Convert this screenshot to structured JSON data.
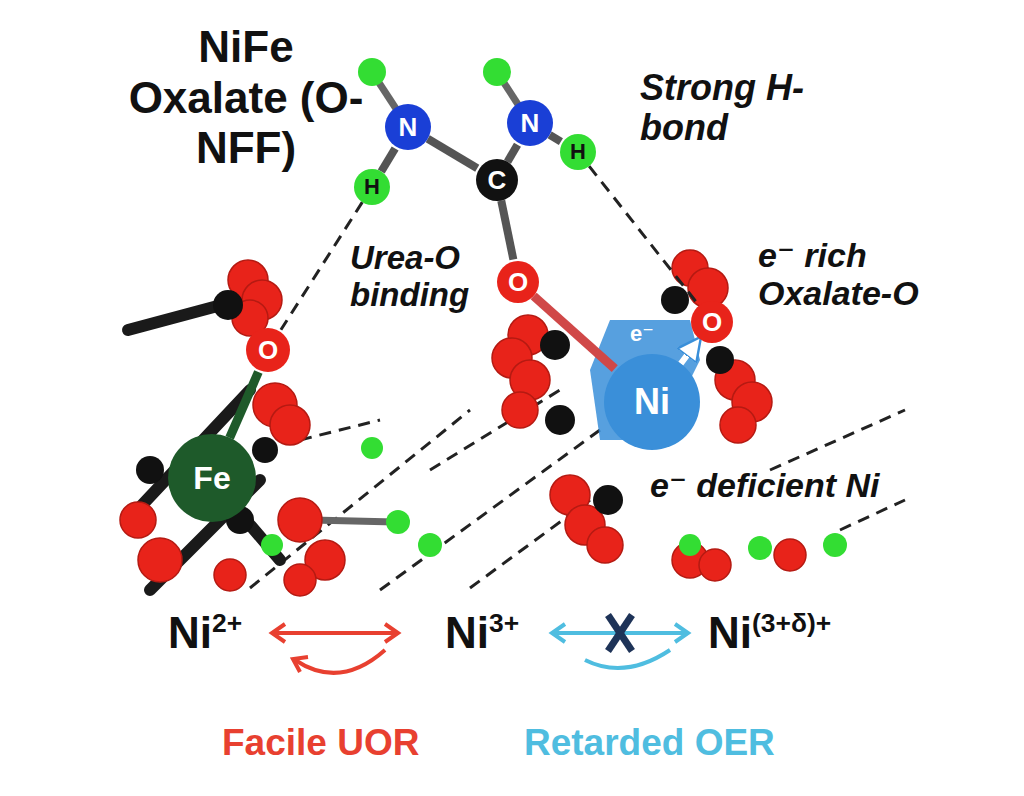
{
  "diagram": {
    "title": "NiFe Oxalate (O-NFF)",
    "nodes": [
      {
        "text": [
          "H"
        ]
      },
      {
        "text": [
          "N"
        ]
      },
      {
        "text": [
          "C"
        ]
      },
      {
        "text": [
          "N"
        ]
      },
      {
        "text": [
          "H"
        ]
      },
      {
        "text": [
          "O"
        ]
      },
      {
        "text": [
          "O"
        ]
      },
      {
        "text": [
          "Ni"
        ]
      },
      {
        "text": [
          "O"
        ]
      },
      {
        "text": [
          "Fe"
        ]
      }
    ],
    "edges": [
      {
        "from": 0,
        "to": 1,
        "arrow": "none"
      },
      {
        "from": 1,
        "to": 2,
        "arrow": "none"
      },
      {
        "from": 2,
        "to": 3,
        "arrow": "none"
      },
      {
        "from": 3,
        "to": 4,
        "arrow": "none"
      },
      {
        "from": 2,
        "to": 5,
        "arrow": "none"
      },
      {
        "from": 5,
        "to": 7,
        "arrow": "none"
      },
      {
        "from": 7,
        "to": 6,
        "arrow": "to"
      },
      {
        "from": 9,
        "to": 8,
        "arrow": "none"
      },
      {
        "from": 4,
        "to": 6,
        "arrow": "none"
      },
      {
        "from": 0,
        "to": 8,
        "arrow": "none"
      }
    ],
    "labels": [
      "Strong H-bond",
      "Urea-O binding",
      "e⁻ rich Oxalate-O",
      "e⁻",
      "e⁻ deficient Ni",
      "Ni",
      "2+",
      "Ni",
      "3+",
      "Ni",
      "(3+δ)+",
      "Facile UOR",
      "Retarded OER"
    ]
  }
}
